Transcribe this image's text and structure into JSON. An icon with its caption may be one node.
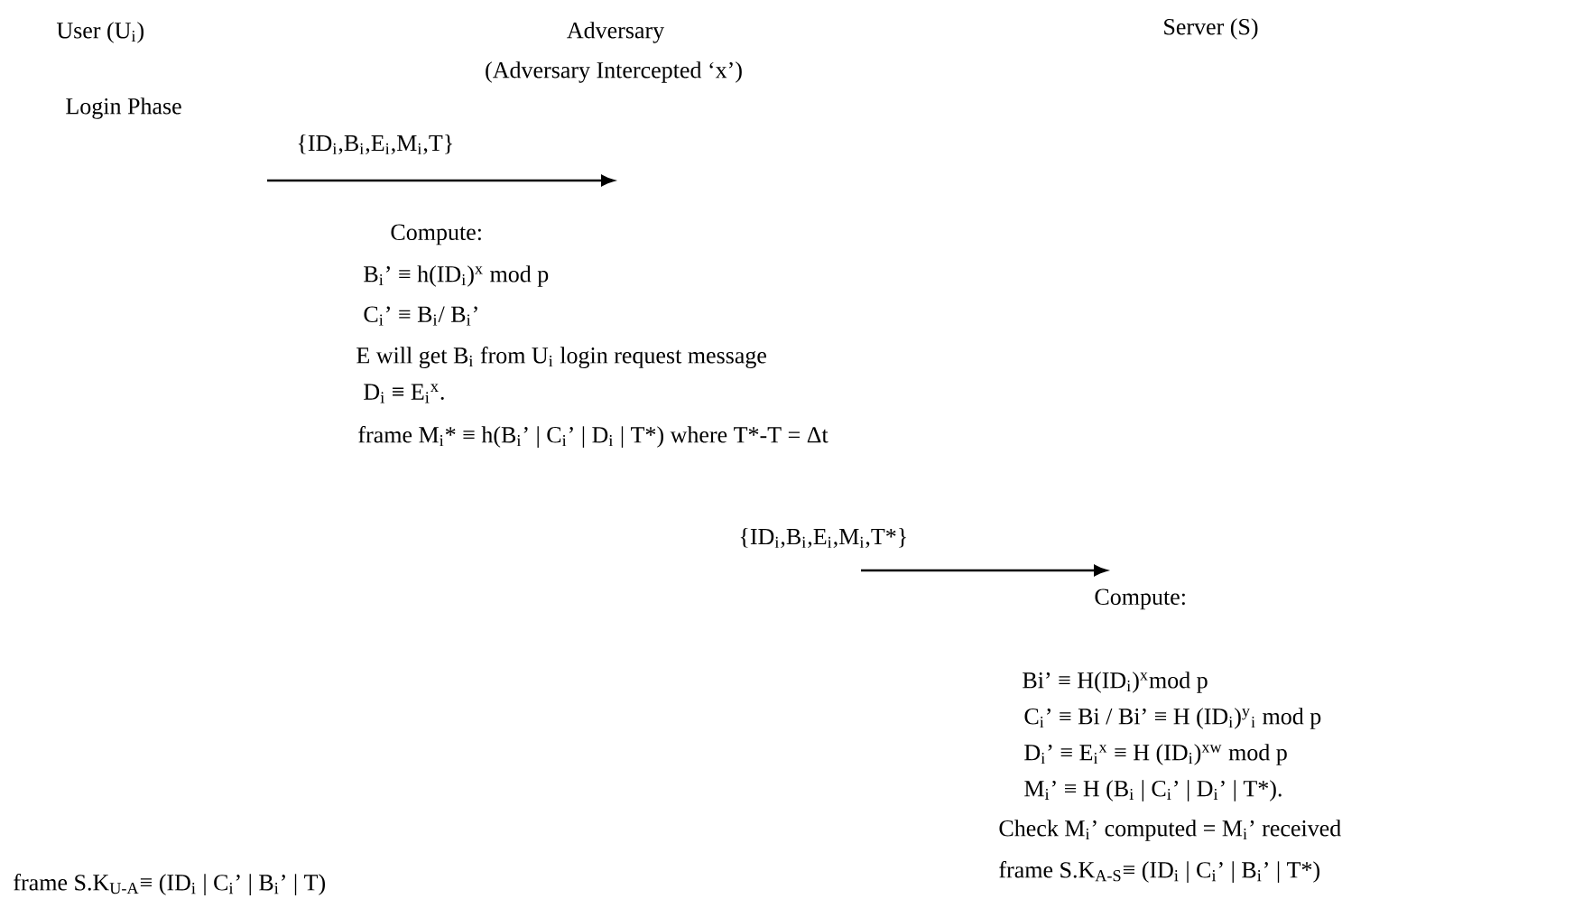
{
  "diagram": {
    "labels": [
      "User (U$_{i}$)",
      "Adversary",
      "(Adversary Intercepted ‘x’)",
      "Server (S)",
      "Login Phase",
      "{ID$_{i}$,B$_{i}$,E$_{i}$,M$_{i}$,T}",
      "Compute:",
      "B$_{i}$’ ≡ h(ID$_{i}$)$^{x}$ mod p",
      "C$_{i}$’ ≡ B$_{i}$/ B$_{i}$’",
      "E will get B$_{i}$ from U$_{i}$ login request message",
      "D$_{i}$ ≡ E$_{i}$$^{x}$.",
      "frame M$_{i}$* ≡ h(B$_{i}$’ | C$_{i}$’ | D$_{i}$ | T*) where T*-T = Δt",
      "{ID$_{i}$,B$_{i}$,E$_{i}$,M$_{i}$,T*}",
      "Compute:",
      "Bi’ ≡ H(ID$_{i}$)$^{x}$mod p",
      "C$_{i}$’ ≡ Bi / Bi’ ≡ H (ID$_{i}$)$^{y}$$_{i}$ mod p",
      "D$_{i}$’ ≡ E$_{i}$$^{x}$ ≡ H (ID$_{i}$)$^{xw}$ mod p",
      "M$_{i}$’ ≡ H (B$_{i}$ | C$_{i}$’ | D$_{i}$’ | T*).",
      "Check M$_{i}$’ computed = M$_{i}$’ received",
      "frame S.K$_{A-S}$≡ (ID$_{i}$ | C$_{i}$’ | B$_{i}$’ | T*)",
      "frame S.K$_{U-A}$≡ (ID$_{i}$ | C$_{i}$’ | B$_{i}$’ | T)"
    ]
  }
}
